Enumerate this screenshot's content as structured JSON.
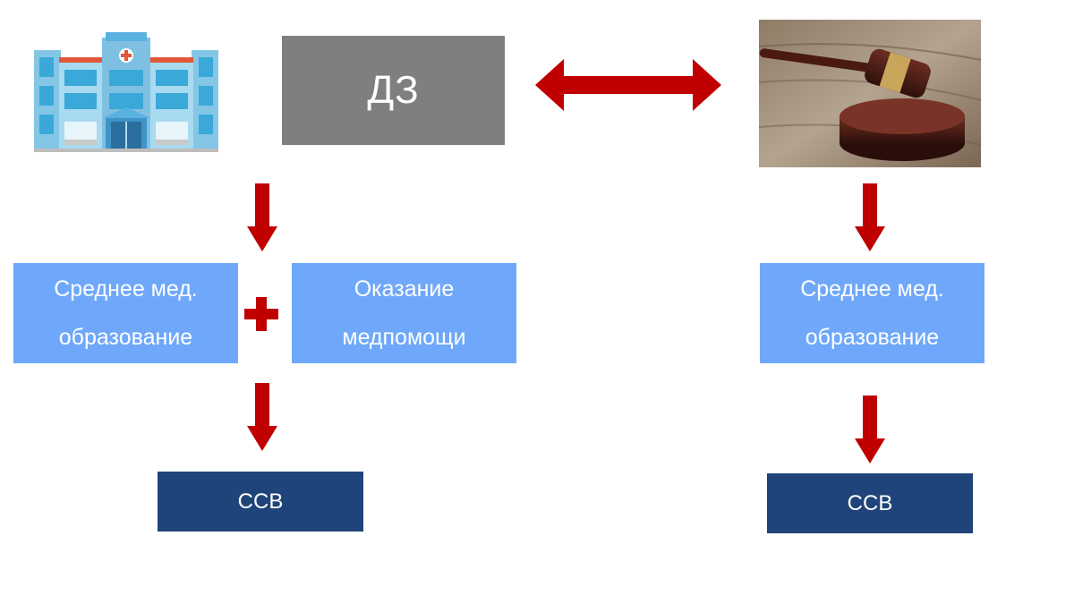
{
  "top": {
    "center_label": "ДЗ",
    "left_icon": "hospital-icon",
    "right_image": "gavel-photo"
  },
  "left_branch": {
    "box_a": {
      "line1": "Среднее мед.",
      "line2": "образование"
    },
    "operator": "+",
    "box_b": {
      "line1": "Оказание",
      "line2": "медпомощи"
    },
    "result": "ССВ"
  },
  "right_branch": {
    "box": {
      "line1": "Среднее мед.",
      "line2": "образование"
    },
    "result": "ССВ"
  },
  "colors": {
    "arrow_red": "#c00000",
    "gray_box": "#7f7f7f",
    "light_blue_box": "#6fa8fa",
    "dark_blue_box": "#1f4479"
  }
}
